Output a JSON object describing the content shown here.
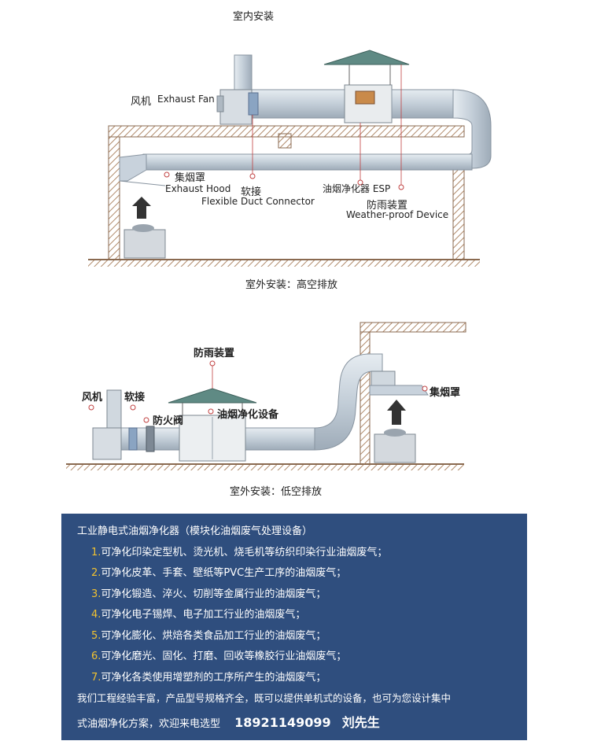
{
  "diagram_top": {
    "title": "室内安装",
    "labels": {
      "fan_cn": "风机",
      "fan_en": "Exhaust Fan",
      "hood_cn": "集烟罩",
      "hood_en": "Exhaust Hood",
      "connector_cn": "软接",
      "connector_en": "Flexible Duct Connector",
      "esp": "油烟净化器 ESP",
      "rain_cn": "防雨装置",
      "rain_en": "Weather-proof Device"
    },
    "caption": "室外安装：高空排放"
  },
  "diagram_bottom": {
    "labels": {
      "rain": "防雨装置",
      "fan": "风机",
      "connector": "软接",
      "fire_damper": "防火阀",
      "purifier": "油烟净化设备",
      "hood": "集烟罩"
    },
    "caption": "室外安装：低空排放"
  },
  "info": {
    "title": "工业静电式油烟净化器（模块化油烟废气处理设备）",
    "items": [
      {
        "num": "1.",
        "text": "可净化印染定型机、烫光机、烧毛机等纺织印染行业油烟废气；"
      },
      {
        "num": "2.",
        "text": "可净化皮革、手套、壁纸等PVC生产工序的油烟废气；"
      },
      {
        "num": "3.",
        "text": "可净化锻造、淬火、切削等金属行业的油烟废气；"
      },
      {
        "num": "4.",
        "text": "可净化电子锡焊、电子加工行业的油烟废气；"
      },
      {
        "num": "5.",
        "text": "可净化膨化、烘焙各类食品加工行业的油烟废气；"
      },
      {
        "num": "6.",
        "text": "可净化磨光、固化、打磨、回收等橡胶行业油烟废气；"
      },
      {
        "num": "7.",
        "text": "可净化各类使用增塑剂的工序所产生的油烟废气；"
      }
    ],
    "footer1": "我们工程经验丰富，产品型号规格齐全，既可以提供单机式的设备，也可为您设计集中",
    "footer2": "式油烟净化方案，欢迎来电选型",
    "phone": "18921149099",
    "contact_name": "刘先生"
  },
  "colors": {
    "panel": "#2f4e7e",
    "number_accent": "#f2c230",
    "duct": "#c9d3dc",
    "wall_hatch": "#b08a6a"
  }
}
